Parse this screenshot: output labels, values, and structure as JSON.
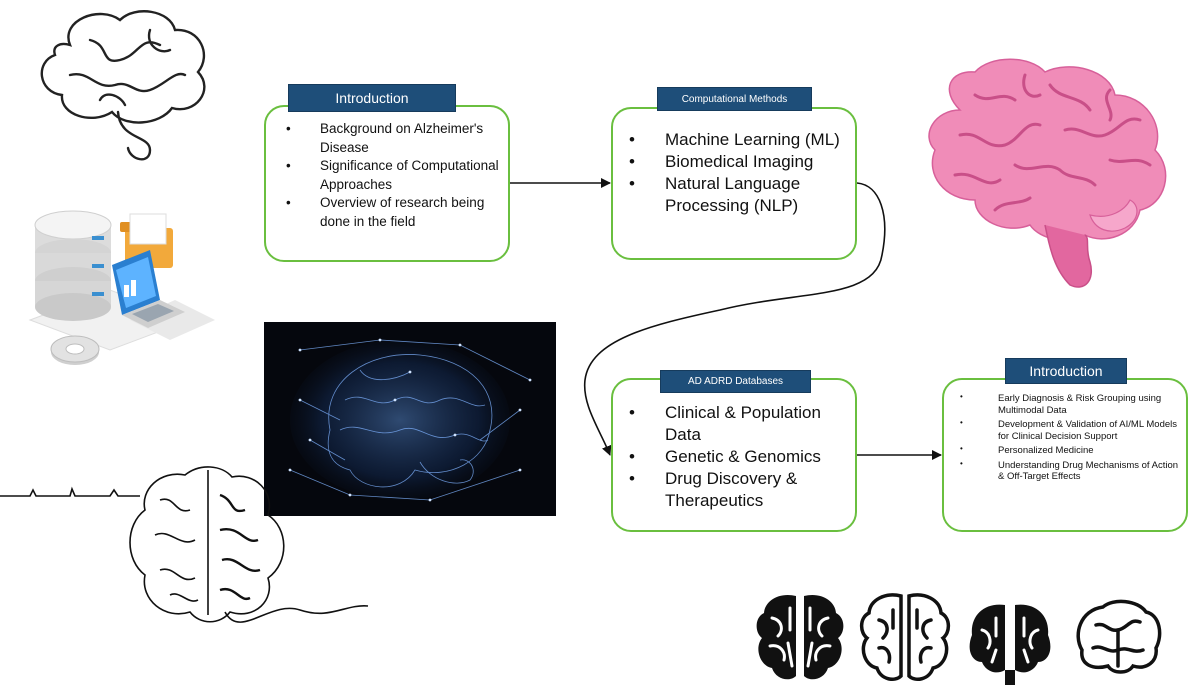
{
  "intro": {
    "label": "Introduction",
    "items": [
      "Background on Alzheimer's Disease",
      "Significance of Computational Approaches",
      "Overview of research being done in the field"
    ]
  },
  "computational": {
    "label": "Computational Methods",
    "items": [
      "Machine Learning (ML)",
      "Biomedical Imaging",
      "Natural Language Processing (NLP)"
    ]
  },
  "databases": {
    "label": "AD ADRD Databases",
    "items": [
      "Clinical & Population Data",
      "Genetic & Genomics",
      "Drug Discovery & Therapeutics"
    ]
  },
  "intro2": {
    "label": "Introduction",
    "items": [
      "Early Diagnosis & Risk Grouping using Multimodal Data",
      "Development & Validation of AI/ML Models for Clinical Decision Support",
      "Personalized Medicine",
      "Understanding Drug Mechanisms of Action & Off-Target Effects"
    ]
  },
  "colors": {
    "box_border": "#6abf3f",
    "tag_fill": "#1e4e79",
    "brain_pink": "#f08cb8"
  },
  "icons": [
    "brain-line-icon",
    "database-server-icon",
    "digital-brain-image",
    "brain-heartbeat-icon",
    "pink-brain-icon",
    "brain-icon-set"
  ]
}
